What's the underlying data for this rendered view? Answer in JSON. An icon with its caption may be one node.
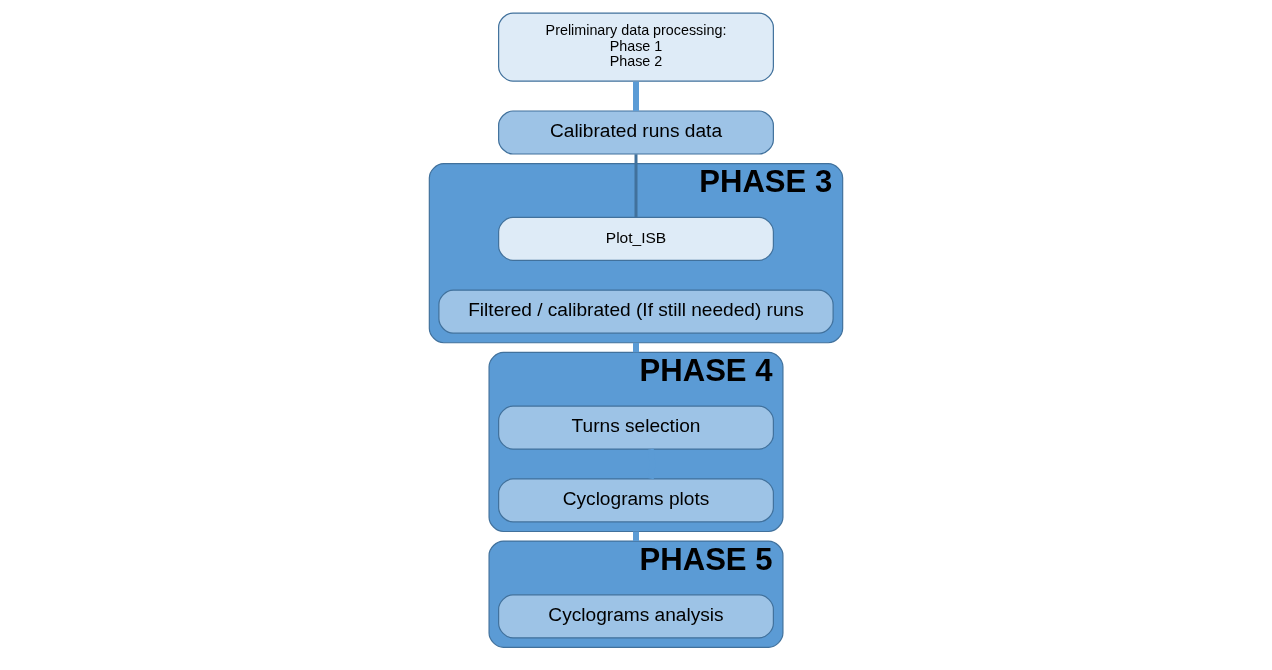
{
  "diagram": {
    "nodes": [
      {
        "text": [
          "Preliminary data processing:",
          "Phase 1",
          "Phase 2"
        ]
      },
      {
        "text": [
          "Calibrated runs data"
        ]
      },
      {
        "text": [
          "PHASE 3"
        ]
      },
      {
        "text": [
          "Plot_ISB"
        ],
        "in": 2
      },
      {
        "text": [
          "Filtered / calibrated (If still needed) runs"
        ],
        "in": 2
      },
      {
        "text": [
          "PHASE 4"
        ]
      },
      {
        "text": [
          "Turns selection"
        ],
        "in": 5
      },
      {
        "text": [
          "Cyclograms plots"
        ],
        "in": 5
      },
      {
        "text": [
          "PHASE 5"
        ]
      },
      {
        "text": [
          "Cyclograms analysis"
        ],
        "in": 8
      }
    ],
    "edges": [
      {
        "from": 0,
        "to": 1,
        "arrow": "none"
      },
      {
        "from": 1,
        "to": 3,
        "arrow": "none",
        "color": "#41719c"
      },
      {
        "from": 2,
        "to": 5,
        "arrow": "none"
      },
      {
        "from": 6,
        "to": 7,
        "arrow": "none"
      },
      {
        "from": 5,
        "to": 8,
        "arrow": "none"
      }
    ]
  }
}
